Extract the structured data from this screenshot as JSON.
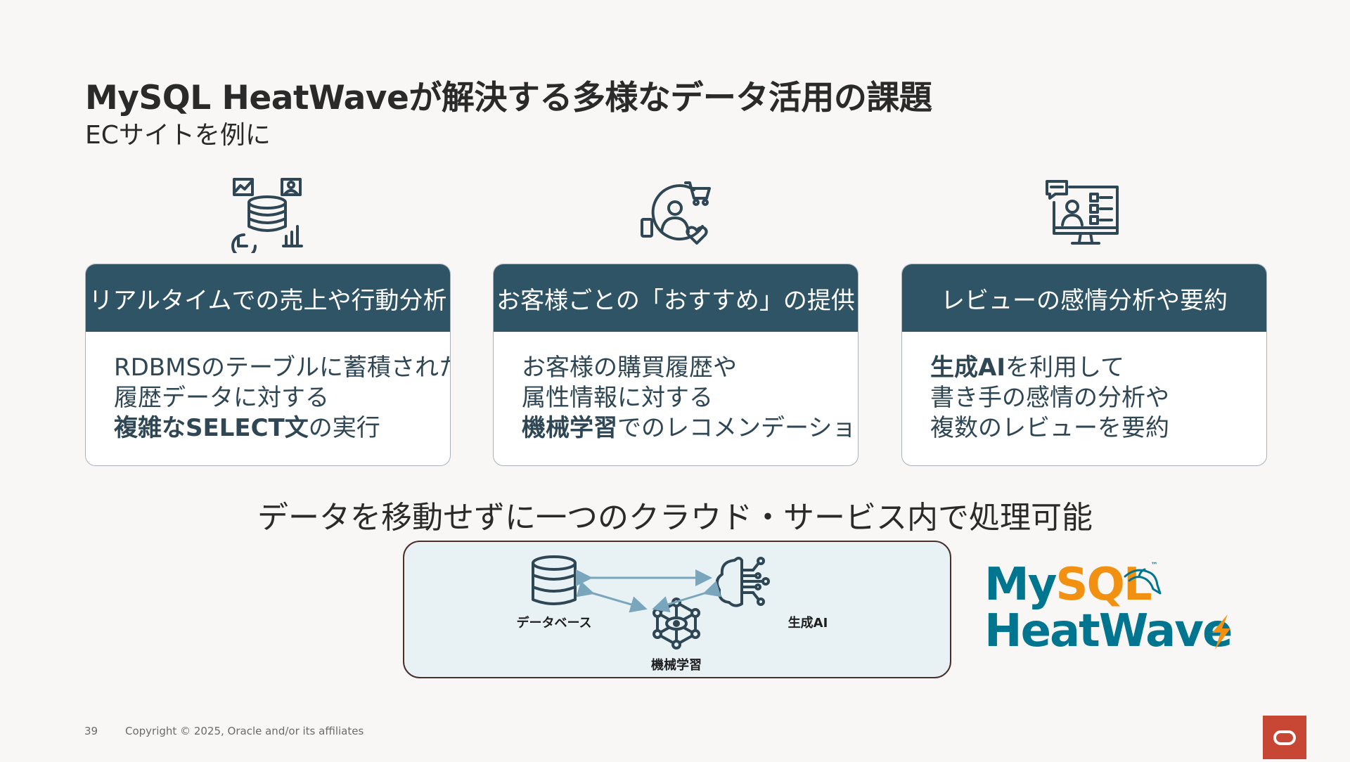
{
  "header": {
    "title": "MySQL HeatWaveが解決する多様なデータ活用の課題",
    "subtitle": "ECサイトを例に"
  },
  "cards": [
    {
      "heading": "リアルタイムでの売上や行動分析",
      "icon": "database-analytics-icon",
      "lines": [
        [
          {
            "t": "RDBMSのテーブルに蓄積された",
            "b": false
          }
        ],
        [
          {
            "t": "履歴データに対する",
            "b": false
          }
        ],
        [
          {
            "t": "複雑なSELECT文",
            "b": true
          },
          {
            "t": "の実行",
            "b": false
          }
        ]
      ]
    },
    {
      "heading": "お客様ごとの「おすすめ」の提供",
      "icon": "customer-recommendation-icon",
      "lines": [
        [
          {
            "t": "お客様の購買履歴や",
            "b": false
          }
        ],
        [
          {
            "t": "属性情報に対する",
            "b": false
          }
        ],
        [
          {
            "t": "機械学習",
            "b": true
          },
          {
            "t": "でのレコメンデーション",
            "b": false
          }
        ]
      ]
    },
    {
      "heading": "レビューの感情分析や要約",
      "icon": "review-monitor-icon",
      "lines": [
        [
          {
            "t": "生成AI",
            "b": true
          },
          {
            "t": "を利用して",
            "b": false
          }
        ],
        [
          {
            "t": "書き手の感情の分析や",
            "b": false
          }
        ],
        [
          {
            "t": "複数のレビューを要約",
            "b": false
          }
        ]
      ]
    }
  ],
  "tagline": "データを移動せずに一つのクラウド・サービス内で処理可能",
  "diagram": {
    "database_label": "データベース",
    "ml_label": "機械学習",
    "genai_label": "生成AI"
  },
  "brand": {
    "line1_a": "My",
    "line1_b": "SQL",
    "tm": "™",
    "line2": "HeatWave",
    "colors": {
      "my": "#00758f",
      "sql": "#f29111",
      "heatwave": "#00758f",
      "flame": "#f29111"
    }
  },
  "footer": {
    "page": "39",
    "copyright": "Copyright © 2025, Oracle and/or its affiliates"
  },
  "colors": {
    "card_header": "#2f5466",
    "icon_stroke": "#2f4754",
    "oracle_red": "#c74634",
    "diagram_fill": "#e8f2f5",
    "arrow": "#7aa6bd"
  }
}
